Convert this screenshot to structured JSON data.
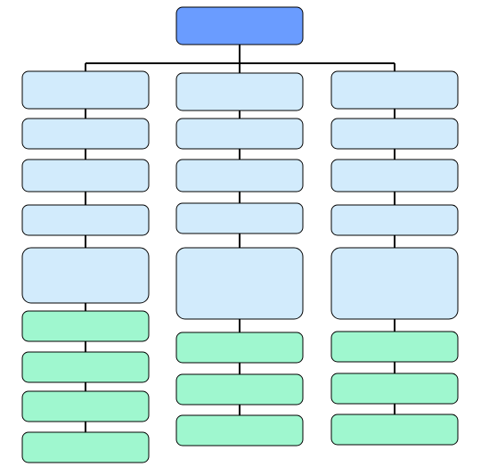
{
  "diagram": {
    "type": "org-chart",
    "colors": {
      "root": "#6a9cff",
      "upper_box": "#d2ebfc",
      "lower_box": "#9ff7cf",
      "line": "#000000",
      "background": "#ffffff"
    },
    "root": {
      "label": "",
      "color_role": "root"
    },
    "columns": [
      {
        "boxes": [
          {
            "label": "",
            "color_role": "upper_box"
          },
          {
            "label": "",
            "color_role": "upper_box"
          },
          {
            "label": "",
            "color_role": "upper_box"
          },
          {
            "label": "",
            "color_role": "upper_box"
          },
          {
            "label": "",
            "color_role": "upper_box"
          },
          {
            "label": "",
            "color_role": "lower_box"
          },
          {
            "label": "",
            "color_role": "lower_box"
          },
          {
            "label": "",
            "color_role": "lower_box"
          },
          {
            "label": "",
            "color_role": "lower_box"
          }
        ]
      },
      {
        "boxes": [
          {
            "label": "",
            "color_role": "upper_box"
          },
          {
            "label": "",
            "color_role": "upper_box"
          },
          {
            "label": "",
            "color_role": "upper_box"
          },
          {
            "label": "",
            "color_role": "upper_box"
          },
          {
            "label": "",
            "color_role": "upper_box"
          },
          {
            "label": "",
            "color_role": "lower_box"
          },
          {
            "label": "",
            "color_role": "lower_box"
          },
          {
            "label": "",
            "color_role": "lower_box"
          }
        ]
      },
      {
        "boxes": [
          {
            "label": "",
            "color_role": "upper_box"
          },
          {
            "label": "",
            "color_role": "upper_box"
          },
          {
            "label": "",
            "color_role": "upper_box"
          },
          {
            "label": "",
            "color_role": "upper_box"
          },
          {
            "label": "",
            "color_role": "upper_box"
          },
          {
            "label": "",
            "color_role": "lower_box"
          },
          {
            "label": "",
            "color_role": "lower_box"
          },
          {
            "label": "",
            "color_role": "lower_box"
          }
        ]
      }
    ]
  }
}
